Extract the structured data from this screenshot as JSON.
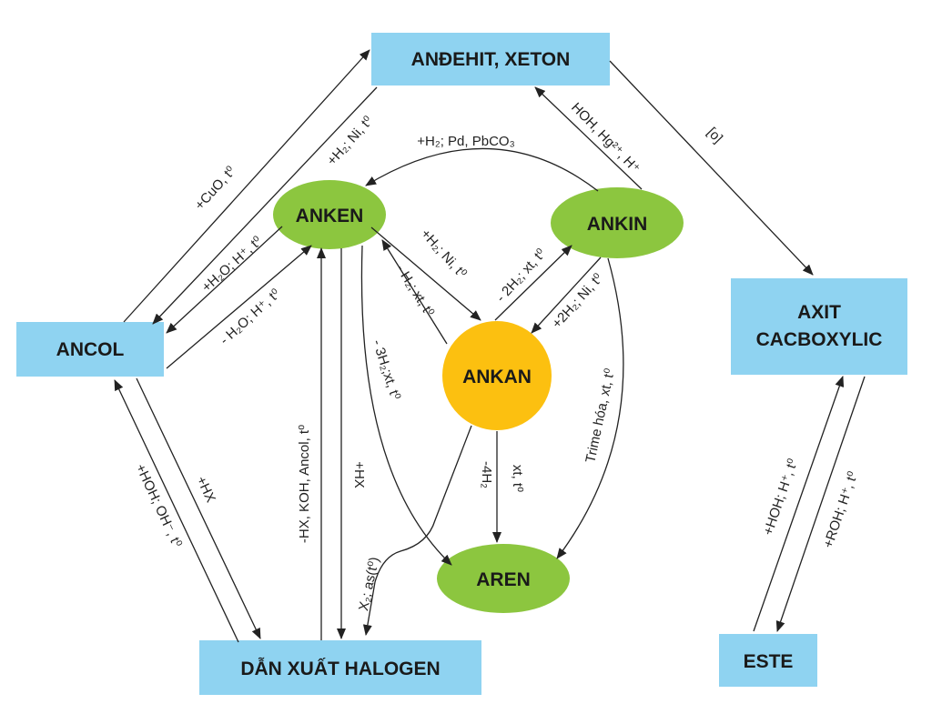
{
  "colors": {
    "box": "#8fd3f1",
    "ellipse_green": "#8cc63f",
    "ellipse_orange": "#fcc010",
    "line": "#222222"
  },
  "nodes": {
    "andehit": "ANĐEHIT, XETON",
    "axit_line1": "AXIT",
    "axit_line2": "CACBOXYLIC",
    "ancol": "ANCOL",
    "anken": "ANKEN",
    "ankin": "ANKIN",
    "ankan": "ANKAN",
    "aren": "AREN",
    "dan_xuat": "DẪN XUẤT HALOGEN",
    "este": "ESTE"
  },
  "edges": {
    "cuo": "+CuO, t⁰",
    "h2_ni_andehit_ancol": "+H₂; Ni, t⁰",
    "oxi_hoa": "[o]",
    "hoh_hg": "HOH, Hg²⁺, H⁺",
    "h2_pd": "+H₂; Pd, PbCO₃",
    "h2o_h_anken_ancol": "+H₂O; H⁺, t⁰",
    "minus_h2o": "- H₂O; H⁺, t⁰",
    "h2_ni_anken_ankan": "+H₂; Ni, t⁰",
    "minus_h2_xt": "- H₂; xt, t⁰",
    "minus_2h2": "- 2H₂; xt, t⁰",
    "plus_2h2": "+2H₂; Ni, t⁰",
    "minus_3h2": "- 3H₂;xt, t⁰",
    "trime": "Trime hóa, xt, t⁰",
    "xt_t0": "xt, t⁰",
    "minus_4h2": "-4H₂",
    "hx_koh": "-HX, KOH, Ancol, t⁰",
    "plus_hx_anken": "+HX",
    "x2_as": "X₂; as(t⁰)",
    "plus_hx_ancol": "+HX",
    "hoh_oh": "+HOH; OH⁻, t⁰",
    "hoh_h_este": "+HOH; H⁺, t⁰",
    "roh_h": "+ROH; H⁺, t⁰"
  }
}
